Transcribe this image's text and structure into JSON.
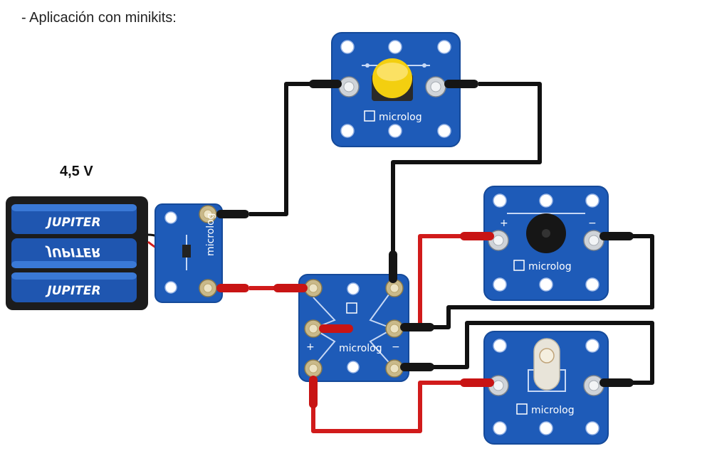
{
  "caption": "- Aplicación con minikits:",
  "voltage_label": "4,5 V",
  "battery": {
    "brand": "JUPITER"
  },
  "modules": {
    "button": {
      "brand": "microlog"
    },
    "buzzer": {
      "brand": "microlog",
      "plus": "+",
      "minus": "−"
    },
    "lamp": {
      "brand": "microlog"
    },
    "splitter": {
      "brand": "microlog",
      "plus": "+",
      "minus": "−"
    },
    "battery_adapter": {
      "brand": "microlog"
    }
  },
  "colors": {
    "board": "#1e5bb8",
    "wire_black": "#111111",
    "wire_red": "#d11b1b",
    "button_cap": "#f3cf10",
    "battery_blue": "#1f56b0"
  }
}
